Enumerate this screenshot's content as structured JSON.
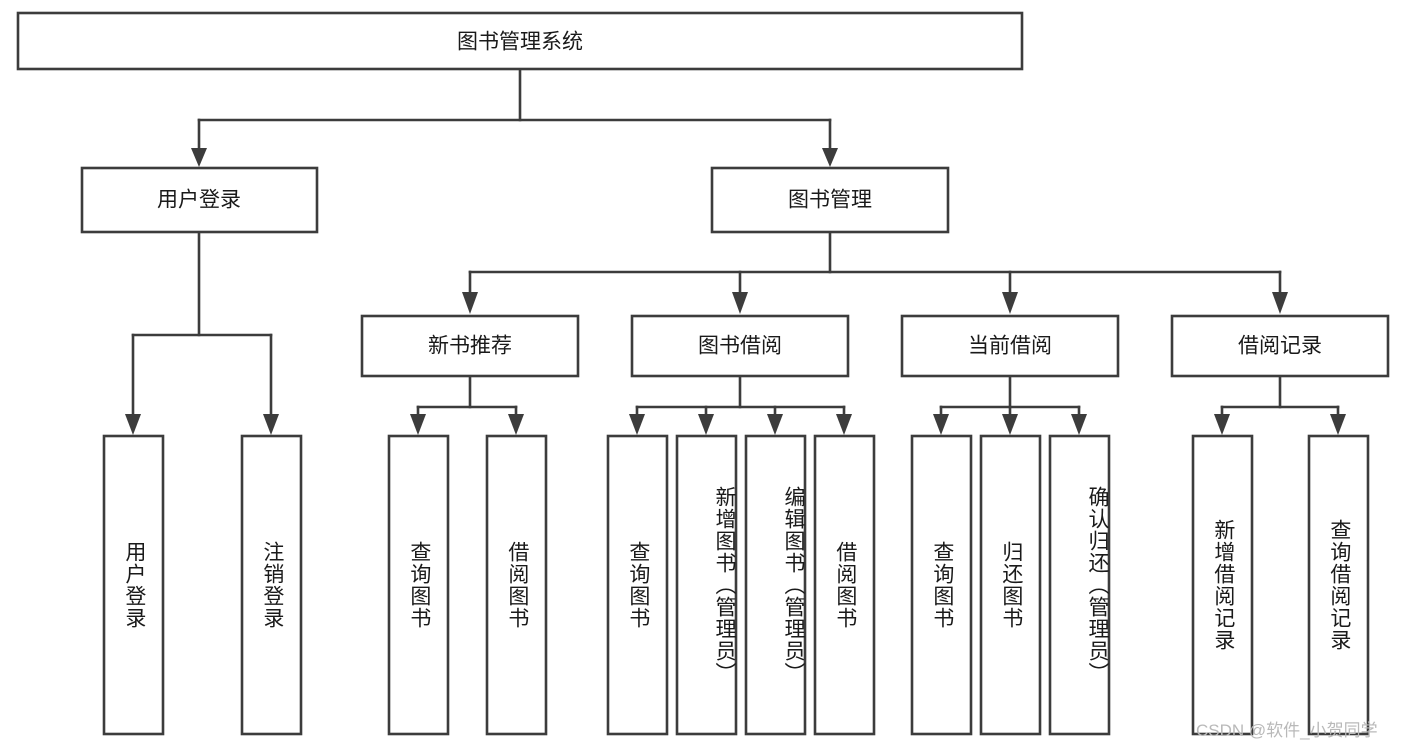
{
  "diagram": {
    "title": "图书管理系统",
    "type": "hierarchy-tree",
    "colors": {
      "box_stroke": "#3c3c3c",
      "box_fill": "#ffffff",
      "text": "#1a1a1a",
      "background": "#ffffff",
      "watermark": "#b9b9b9"
    },
    "root": {
      "label": "图书管理系统"
    },
    "level2": [
      {
        "label": "用户登录"
      },
      {
        "label": "图书管理"
      }
    ],
    "level3": [
      {
        "label": "新书推荐"
      },
      {
        "label": "图书借阅"
      },
      {
        "label": "当前借阅"
      },
      {
        "label": "借阅记录"
      }
    ],
    "leaves": {
      "user_login": [
        {
          "label": "用户登录"
        },
        {
          "label": "注销登录"
        }
      ],
      "new_book_recommend": [
        {
          "label": "查询图书"
        },
        {
          "label": "借阅图书"
        }
      ],
      "book_borrow": [
        {
          "label": "查询图书"
        },
        {
          "label": "新增图书（管理员）"
        },
        {
          "label": "编辑图书（管理员）"
        },
        {
          "label": "借阅图书"
        }
      ],
      "current_borrow": [
        {
          "label": "查询图书"
        },
        {
          "label": "归还图书"
        },
        {
          "label": "确认归还（管理员）"
        }
      ],
      "borrow_record": [
        {
          "label": "新增借阅记录"
        },
        {
          "label": "查询借阅记录"
        }
      ]
    },
    "watermark": "CSDN @软件_小贺同学"
  },
  "chart_data": {
    "type": "table",
    "title": "图书管理系统",
    "nodes": [
      {
        "id": "root",
        "label": "图书管理系统",
        "level": 1,
        "parent": null
      },
      {
        "id": "l2-0",
        "label": "用户登录",
        "level": 2,
        "parent": "root"
      },
      {
        "id": "l2-1",
        "label": "图书管理",
        "level": 2,
        "parent": "root"
      },
      {
        "id": "l3-0",
        "label": "新书推荐",
        "level": 3,
        "parent": "l2-1"
      },
      {
        "id": "l3-1",
        "label": "图书借阅",
        "level": 3,
        "parent": "l2-1"
      },
      {
        "id": "l3-2",
        "label": "当前借阅",
        "level": 3,
        "parent": "l2-1"
      },
      {
        "id": "l3-3",
        "label": "借阅记录",
        "level": 3,
        "parent": "l2-1"
      },
      {
        "id": "l4-0",
        "label": "用户登录",
        "level": 4,
        "parent": "l2-0"
      },
      {
        "id": "l4-1",
        "label": "注销登录",
        "level": 4,
        "parent": "l2-0"
      },
      {
        "id": "l4-2",
        "label": "查询图书",
        "level": 4,
        "parent": "l3-0"
      },
      {
        "id": "l4-3",
        "label": "借阅图书",
        "level": 4,
        "parent": "l3-0"
      },
      {
        "id": "l4-4",
        "label": "查询图书",
        "level": 4,
        "parent": "l3-1"
      },
      {
        "id": "l4-5",
        "label": "新增图书（管理员）",
        "level": 4,
        "parent": "l3-1"
      },
      {
        "id": "l4-6",
        "label": "编辑图书（管理员）",
        "level": 4,
        "parent": "l3-1"
      },
      {
        "id": "l4-7",
        "label": "借阅图书",
        "level": 4,
        "parent": "l3-1"
      },
      {
        "id": "l4-8",
        "label": "查询图书",
        "level": 4,
        "parent": "l3-2"
      },
      {
        "id": "l4-9",
        "label": "归还图书",
        "level": 4,
        "parent": "l3-2"
      },
      {
        "id": "l4-10",
        "label": "确认归还（管理员）",
        "level": 4,
        "parent": "l3-2"
      },
      {
        "id": "l4-11",
        "label": "新增借阅记录",
        "level": 4,
        "parent": "l3-3"
      },
      {
        "id": "l4-12",
        "label": "查询借阅记录",
        "level": 4,
        "parent": "l3-3"
      }
    ]
  }
}
